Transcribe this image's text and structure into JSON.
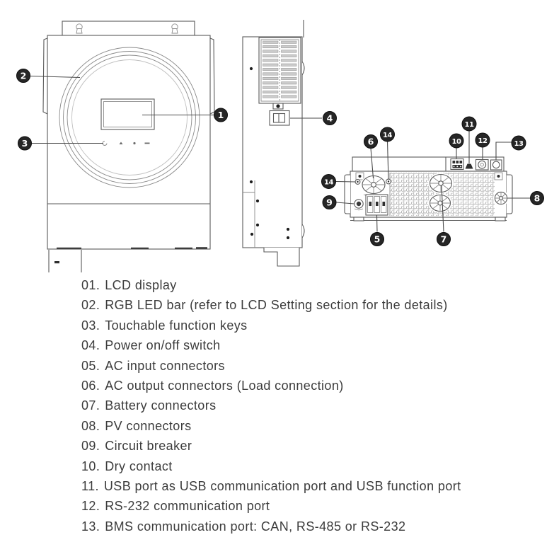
{
  "colors": {
    "line": "#5a5a5a",
    "badge": "#262626",
    "mesh": "#9a9a9a",
    "text": "#3c3c3c"
  },
  "callouts": {
    "c1": {
      "label": "1"
    },
    "c2": {
      "label": "2"
    },
    "c3": {
      "label": "3"
    },
    "c4": {
      "label": "4"
    },
    "c5": {
      "label": "5"
    },
    "c6": {
      "label": "6"
    },
    "c7": {
      "label": "7"
    },
    "c8": {
      "label": "8"
    },
    "c9": {
      "label": "9"
    },
    "c10": {
      "label": "10"
    },
    "c11": {
      "label": "11"
    },
    "c12": {
      "label": "12"
    },
    "c13": {
      "label": "13"
    },
    "c14": {
      "label": "14"
    }
  },
  "legend": {
    "items": [
      {
        "num": "01.",
        "label": "LCD display"
      },
      {
        "num": "02.",
        "label": "RGB LED bar (refer to LCD Setting section for the details)"
      },
      {
        "num": "03.",
        "label": "Touchable function keys"
      },
      {
        "num": "04.",
        "label": "Power on/off switch"
      },
      {
        "num": "05.",
        "label": "AC input connectors"
      },
      {
        "num": "06.",
        "label": "AC output connectors (Load connection)"
      },
      {
        "num": "07.",
        "label": "Battery connectors"
      },
      {
        "num": "08.",
        "label": "PV connectors"
      },
      {
        "num": "09.",
        "label": "Circuit breaker"
      },
      {
        "num": "10.",
        "label": "Dry contact"
      },
      {
        "num": "11.",
        "label": "USB port as USB communication port and USB function port"
      },
      {
        "num": "12.",
        "label": "RS-232 communication port"
      },
      {
        "num": "13.",
        "label": "BMS communication port: CAN, RS-485 or RS-232"
      }
    ]
  }
}
